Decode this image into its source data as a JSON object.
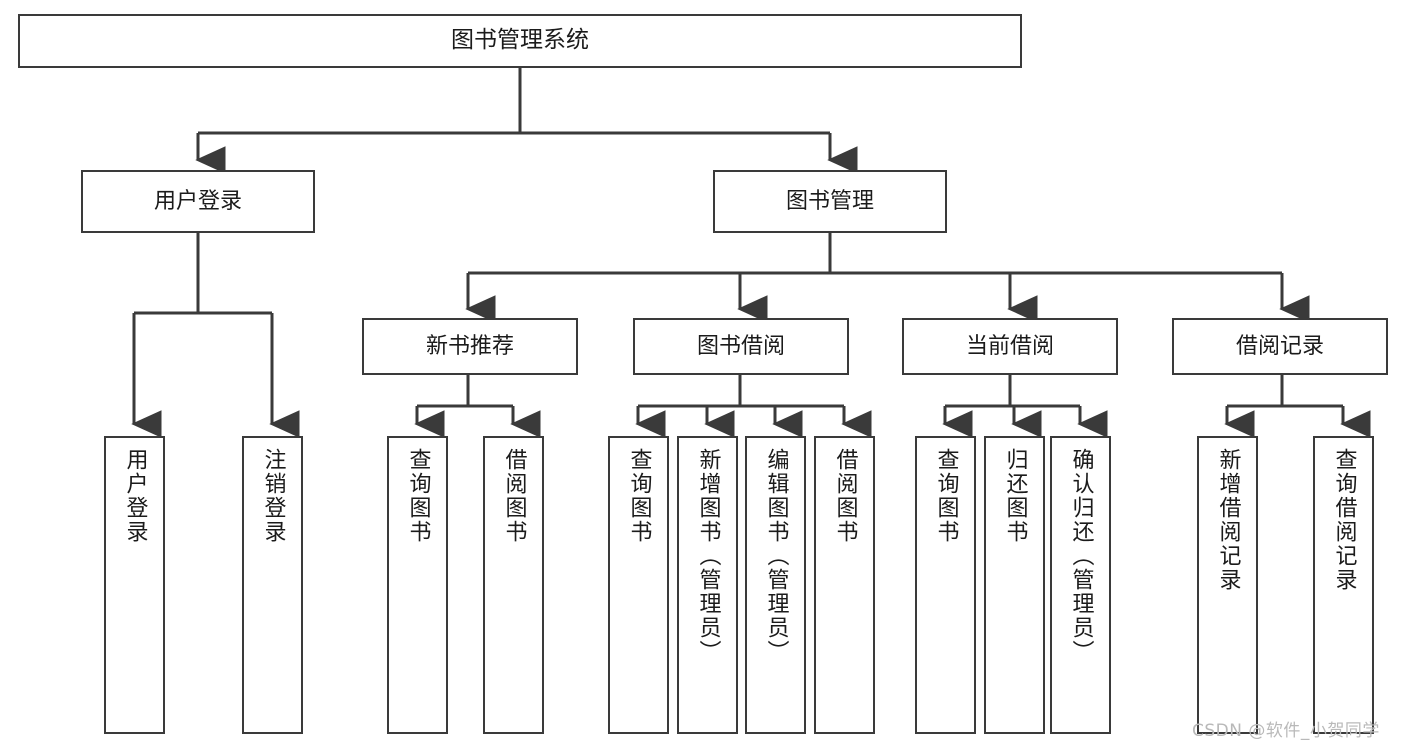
{
  "diagram": {
    "title": "图书管理系统",
    "type": "tree-hierarchy-chart",
    "watermark": "CSDN @软件_小贺同学",
    "colors": {
      "background": "#ffffff",
      "node_border": "#3a3a3a",
      "node_fill": "#ffffff",
      "edge": "#3a3a3a",
      "text": "#1b1b1b",
      "watermark": "#b9b9b9"
    },
    "nodes": {
      "root": {
        "label": "图书管理系统"
      },
      "level2": [
        {
          "id": "user-login",
          "label": "用户登录"
        },
        {
          "id": "book-manage",
          "label": "图书管理"
        }
      ],
      "level3": [
        {
          "id": "new-book-recommend",
          "label": "新书推荐"
        },
        {
          "id": "book-borrow",
          "label": "图书借阅"
        },
        {
          "id": "current-borrow",
          "label": "当前借阅"
        },
        {
          "id": "borrow-record",
          "label": "借阅记录"
        }
      ],
      "leaves": {
        "user-login": [
          {
            "id": "leaf-user-login",
            "label": "用户登录"
          },
          {
            "id": "leaf-logout-login",
            "label": "注销登录"
          }
        ],
        "new-book-recommend": [
          {
            "id": "leaf-query-book-1",
            "label": "查询图书"
          },
          {
            "id": "leaf-borrow-book-1",
            "label": "借阅图书"
          }
        ],
        "book-borrow": [
          {
            "id": "leaf-query-book-2",
            "label": "查询图书"
          },
          {
            "id": "leaf-add-book",
            "label": "新增图书（管理员）"
          },
          {
            "id": "leaf-edit-book",
            "label": "编辑图书（管理员）"
          },
          {
            "id": "leaf-borrow-book-2",
            "label": "借阅图书"
          }
        ],
        "current-borrow": [
          {
            "id": "leaf-query-book-3",
            "label": "查询图书"
          },
          {
            "id": "leaf-return-book",
            "label": "归还图书"
          },
          {
            "id": "leaf-confirm-return",
            "label": "确认归还（管理员）"
          }
        ],
        "borrow-record": [
          {
            "id": "leaf-add-record",
            "label": "新增借阅记录"
          },
          {
            "id": "leaf-query-record",
            "label": "查询借阅记录"
          }
        ]
      }
    }
  }
}
